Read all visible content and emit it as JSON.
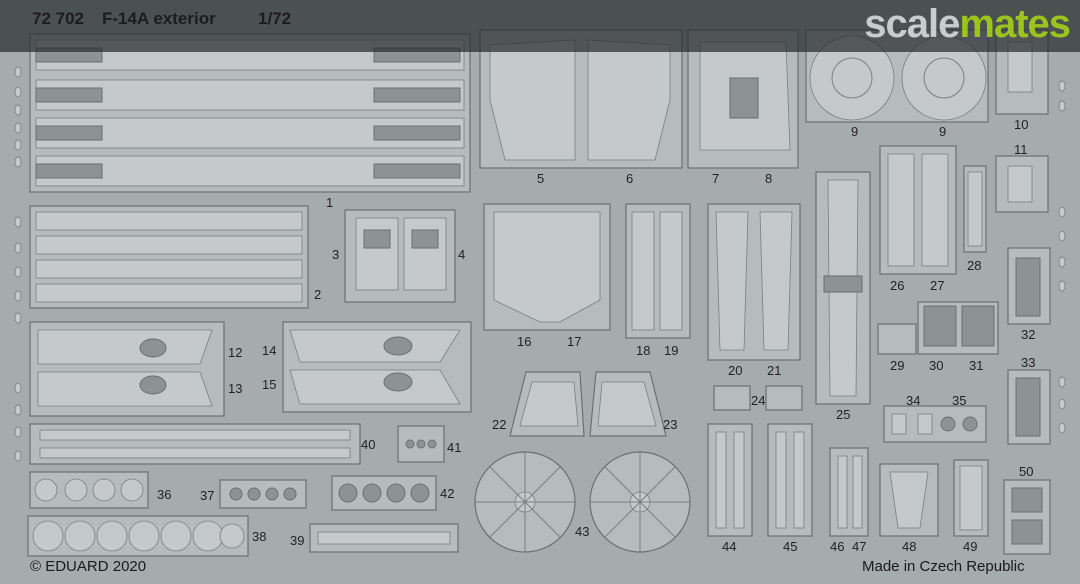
{
  "header": {
    "code": "72 702",
    "title": "F-14A exterior",
    "scale": "1/72",
    "watermark_part1": "scale",
    "watermark_part2": "mates"
  },
  "footer": {
    "copyright": "© EDUARD 2020",
    "origin": "Made in Czech Republic"
  },
  "part_numbers": {
    "p1": "1",
    "p2": "2",
    "p3": "3",
    "p4": "4",
    "p5": "5",
    "p6": "6",
    "p7": "7",
    "p8": "8",
    "p9a": "9",
    "p9b": "9",
    "p10": "10",
    "p11": "11",
    "p12": "12",
    "p13": "13",
    "p14": "14",
    "p15": "15",
    "p16": "16",
    "p17": "17",
    "p18": "18",
    "p19": "19",
    "p20": "20",
    "p21": "21",
    "p22": "22",
    "p23": "23",
    "p24": "24",
    "p25": "25",
    "p26": "26",
    "p27": "27",
    "p28": "28",
    "p29": "29",
    "p30": "30",
    "p31": "31",
    "p32": "32",
    "p33": "33",
    "p34": "34",
    "p35": "35",
    "p36": "36",
    "p37": "37",
    "p38": "38",
    "p39": "39",
    "p40": "40",
    "p41": "41",
    "p42": "42",
    "p43": "43",
    "p44": "44",
    "p45": "45",
    "p46": "46",
    "p47": "47",
    "p48": "48",
    "p49": "49",
    "p50": "50"
  },
  "colors": {
    "fret": "#a6abad",
    "part": "#b4b9bb",
    "outline": "#6e7375",
    "header_band": "#2c3032",
    "watermark_accent": "#9bc41e"
  }
}
